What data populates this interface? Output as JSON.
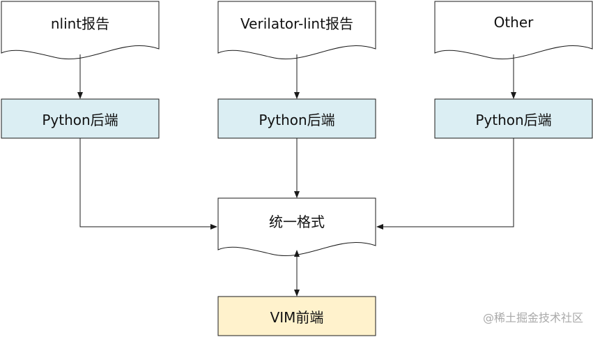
{
  "sources": [
    {
      "label": "nlint报告"
    },
    {
      "label": "Verilator-lint报告"
    },
    {
      "label": "Other"
    }
  ],
  "backends": [
    {
      "label": "Python后端"
    },
    {
      "label": "Python后端"
    },
    {
      "label": "Python后端"
    }
  ],
  "unified": {
    "label": "统一格式"
  },
  "frontend": {
    "label": "VIM前端"
  },
  "watermark": "@稀土掘金技术社区",
  "colors": {
    "backend_fill": "#dbeef3",
    "frontend_fill": "#fff2cc",
    "stroke": "#1a1a1a"
  }
}
